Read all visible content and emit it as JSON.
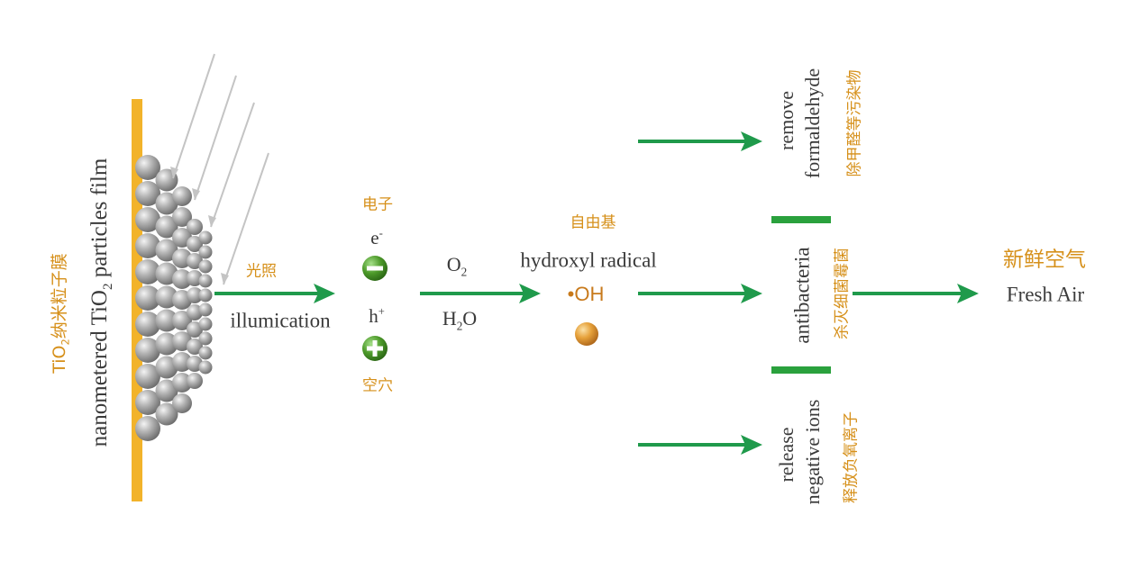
{
  "colors": {
    "film": "#f2b32a",
    "arrow": "#1f9a4b",
    "accent_text": "#d6901a",
    "body_text": "#3a3a3a",
    "particle": "#a7a7a7",
    "light_ray": "#c4c4c4",
    "bar": "#2aa13d"
  },
  "film": {
    "label_cn_prefix": "TiO",
    "label_cn_sub": "2",
    "label_cn_rest": "纳米粒子膜",
    "label_en_prefix": "nanometered TiO",
    "label_en_sub": "2",
    "label_en_rest": " particles film"
  },
  "illumination": {
    "label_cn": "光照",
    "label_en": "illumication"
  },
  "charges": {
    "electron_cn": "电子",
    "electron_symbol": "e",
    "electron_sup": "-",
    "hole_symbol": "h",
    "hole_sup": "+",
    "hole_cn": "空穴",
    "minus_icon": "minus-circle-icon",
    "plus_icon": "plus-circle-icon"
  },
  "reaction": {
    "o2_prefix": "O",
    "o2_sub": "2",
    "h2o_prefix": "H",
    "h2o_sub": "2",
    "h2o_rest": "O"
  },
  "radical": {
    "label_cn": "自由基",
    "label_en": "hydroxyl radical",
    "symbol": "•OH",
    "sphere_icon": "radical-sphere-icon"
  },
  "effects": {
    "top_en_line1": "remove",
    "top_en_line2": "formaldehyde",
    "top_cn": "除甲醛等污染物",
    "mid_en": "antibacteria",
    "mid_cn": "杀灭细菌霉菌",
    "bottom_en_line1": "release",
    "bottom_en_line2": "negative ions",
    "bottom_cn": "释放负氧离子"
  },
  "result": {
    "label_cn": "新鲜空气",
    "label_en": "Fresh Air"
  }
}
